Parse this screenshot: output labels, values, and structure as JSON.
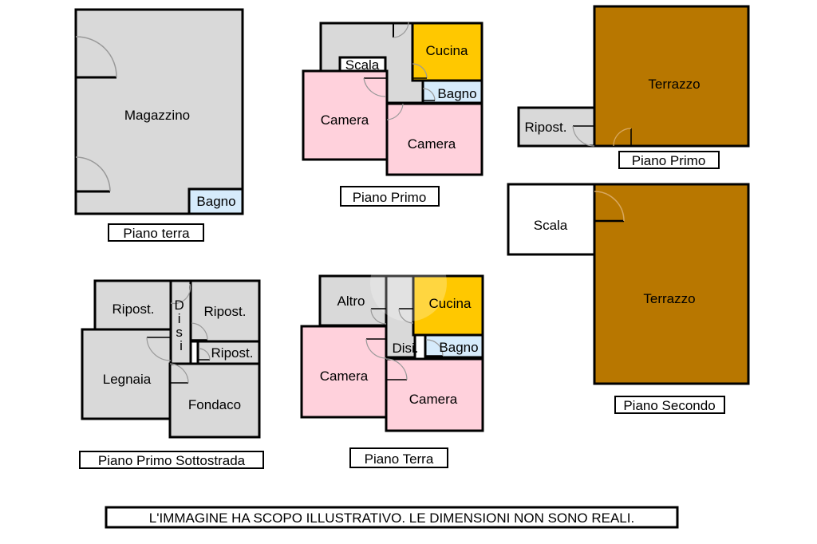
{
  "colors": {
    "wall": "#000000",
    "neutral_room": "#d9d9d9",
    "bedroom": "#ffd1dc",
    "kitchen": "#ffc800",
    "bathroom": "#d6ebfb",
    "terrace": "#b87700",
    "stair_white": "#ffffff",
    "door_arc": "#999999"
  },
  "plans": [
    {
      "id": "piano-terra-magazzino",
      "label": "Piano terra",
      "rooms": [
        {
          "name": "Magazzino",
          "type": "neutral"
        },
        {
          "name": "Bagno",
          "type": "bathroom"
        }
      ]
    },
    {
      "id": "piano-primo-appartamento",
      "label": "Piano Primo",
      "rooms": [
        {
          "name": "Scala",
          "type": "stair"
        },
        {
          "name": "Cucina",
          "type": "kitchen"
        },
        {
          "name": "Bagno",
          "type": "bathroom"
        },
        {
          "name": "Camera",
          "type": "bedroom"
        },
        {
          "name": "Camera",
          "type": "bedroom"
        }
      ]
    },
    {
      "id": "piano-primo-terrazzo",
      "label": "Piano Primo",
      "rooms": [
        {
          "name": "Terrazzo",
          "type": "terrace"
        },
        {
          "name": "Ripost.",
          "type": "neutral"
        }
      ]
    },
    {
      "id": "piano-secondo",
      "label": "Piano Secondo",
      "rooms": [
        {
          "name": "Scala",
          "type": "stair"
        },
        {
          "name": "Terrazzo",
          "type": "terrace"
        }
      ]
    },
    {
      "id": "piano-primo-sottostrada",
      "label": "Piano Primo Sottostrada",
      "rooms": [
        {
          "name": "Ripost.",
          "type": "neutral"
        },
        {
          "name": "Disi",
          "type": "neutral"
        },
        {
          "name": "Ripost.",
          "type": "neutral"
        },
        {
          "name": "Ripost.",
          "type": "neutral"
        },
        {
          "name": "Legnaia",
          "type": "neutral"
        },
        {
          "name": "Fondaco",
          "type": "neutral"
        }
      ]
    },
    {
      "id": "piano-terra-appartamento",
      "label": "Piano Terra",
      "rooms": [
        {
          "name": "Altro",
          "type": "neutral"
        },
        {
          "name": "Cucina",
          "type": "kitchen"
        },
        {
          "name": "Disi.",
          "type": "neutral"
        },
        {
          "name": "Bagno",
          "type": "bathroom"
        },
        {
          "name": "Camera",
          "type": "bedroom"
        },
        {
          "name": "Camera",
          "type": "bedroom"
        }
      ]
    }
  ],
  "disclaimer": "L'IMMAGINE HA SCOPO ILLUSTRATIVO. LE DIMENSIONI NON SONO REALI."
}
